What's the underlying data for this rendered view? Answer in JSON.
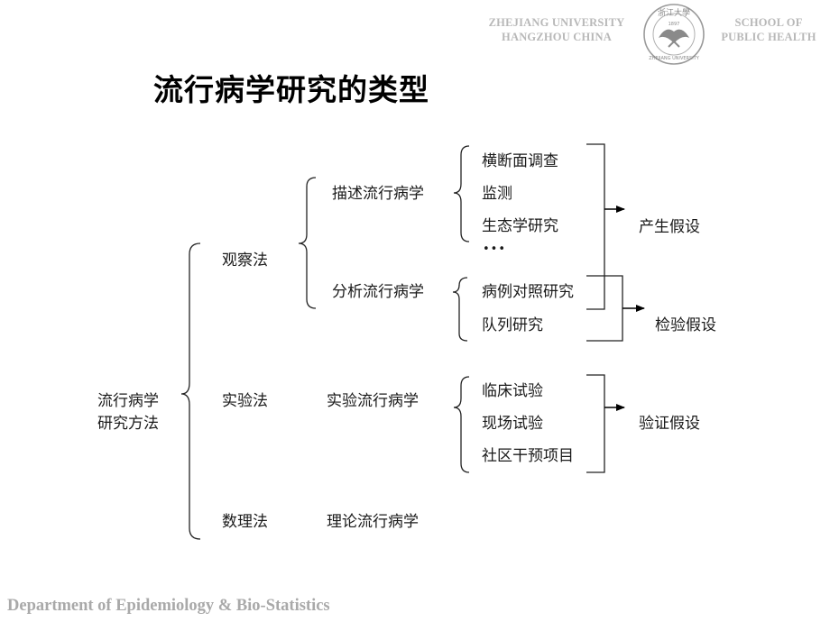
{
  "header": {
    "left_line1": "ZHEJIANG UNIVERSITY",
    "left_line2": "HANGZHOU CHINA",
    "right_line1": "SCHOOL OF",
    "right_line2": "PUBLIC HEALTH",
    "seal_top_text": "浙江大學",
    "seal_year": "1897",
    "seal_bottom_text": "ZHEJIANG UNIVERSITY"
  },
  "title": "流行病学研究的类型",
  "diagram": {
    "root": [
      "流行病学",
      "研究方法"
    ],
    "methods": {
      "observation": "观察法",
      "experiment": "实验法",
      "theory": "数理法"
    },
    "observation_types": {
      "descriptive": "描述流行病学",
      "analytic": "分析流行病学"
    },
    "experimental_epi": "实验流行病学",
    "theoretical_epi": "理论流行病学",
    "descriptive_items": [
      "横断面调查",
      "监测",
      "生态学研究",
      "•••"
    ],
    "analytic_items": [
      "病例对照研究",
      "队列研究"
    ],
    "experimental_items": [
      "临床试验",
      "现场试验",
      "社区干预项目"
    ],
    "outcomes": {
      "generate": "产生假设",
      "test": "检验假设",
      "verify": "验证假设"
    }
  },
  "footer": "Department of Epidemiology & Bio-Statistics"
}
